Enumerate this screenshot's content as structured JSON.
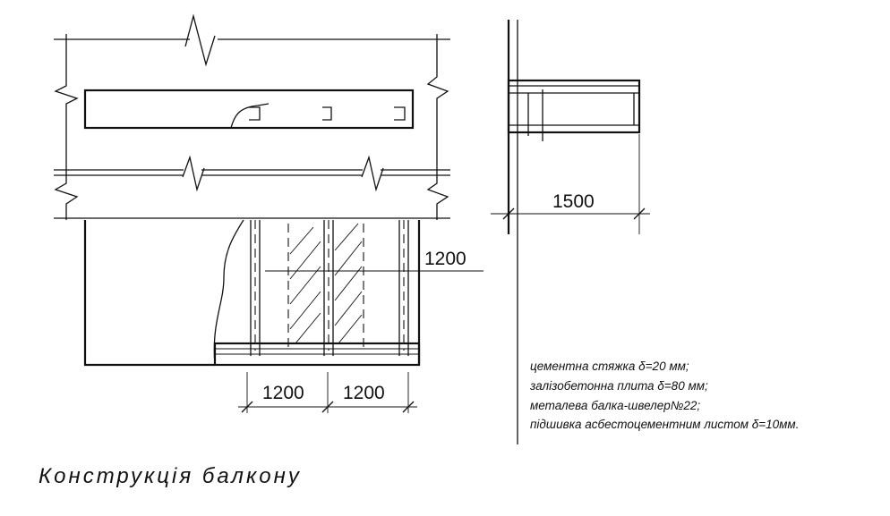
{
  "title": "Конструкція балкону",
  "dimensions": {
    "module_width": "1200",
    "bay_1": "1200",
    "bay_2": "1200",
    "section_width": "1500"
  },
  "notes": [
    "цементна стяжка δ=20 мм;",
    "залізобетонна плита δ=80 мм;",
    "металева балка-швелер№22;",
    "підшивка асбестоцементним листом δ=10мм."
  ]
}
